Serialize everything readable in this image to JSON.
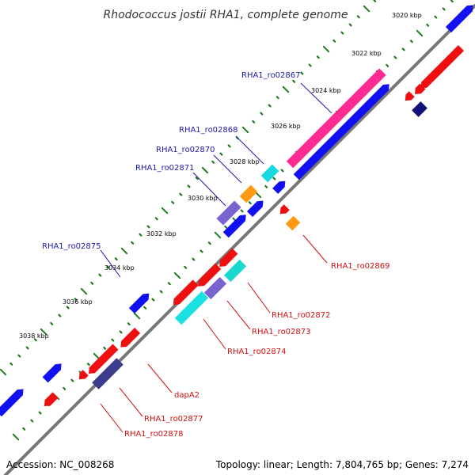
{
  "title": "Rhodococcus jostii RHA1, complete genome",
  "footer": {
    "accession": "Accession: NC_008268",
    "summary": "Topology: linear; Length: 7,804,765 bp; Genes: 7,274"
  },
  "ticks": [
    "3020 kbp",
    "3022 kbp",
    "3024 kbp",
    "3026 kbp",
    "3028 kbp",
    "3030 kbp",
    "3032 kbp",
    "3034 kbp",
    "3036 kbp",
    "3038 kbp"
  ],
  "colors": {
    "backbone": "#777777",
    "tick": "#1f7a1f",
    "forward_label": "#1a1aa8",
    "reverse_label": "#d01010"
  },
  "genes": [
    {
      "name": "RHA1_ro02867",
      "color": "#ff2b90",
      "strand": "forward"
    },
    {
      "name": "RHA1_ro02868",
      "color": "#1ad8e0",
      "strand": "forward"
    },
    {
      "name": "RHA1_ro02870",
      "color": "#ff9a10",
      "strand": "forward"
    },
    {
      "name": "RHA1_ro02871",
      "color": "#7a63d0",
      "strand": "forward"
    },
    {
      "name": "RHA1_ro02875",
      "color": "#1010f0",
      "strand": "forward"
    },
    {
      "name": "RHA1_ro02869",
      "color": "#ff9a10",
      "strand": "reverse"
    },
    {
      "name": "RHA1_ro02872",
      "color": "#1ad8d0",
      "strand": "reverse"
    },
    {
      "name": "RHA1_ro02873",
      "color": "#7a63d0",
      "strand": "reverse"
    },
    {
      "name": "RHA1_ro02874",
      "color": "#1ae0e0",
      "strand": "reverse"
    },
    {
      "name": "dapA2",
      "color": "#f01010",
      "strand": "reverse"
    },
    {
      "name": "RHA1_ro02877",
      "color": "#ee1010",
      "strand": "reverse"
    },
    {
      "name": "RHA1_ro02878",
      "color": "#ee1010",
      "strand": "reverse"
    }
  ]
}
